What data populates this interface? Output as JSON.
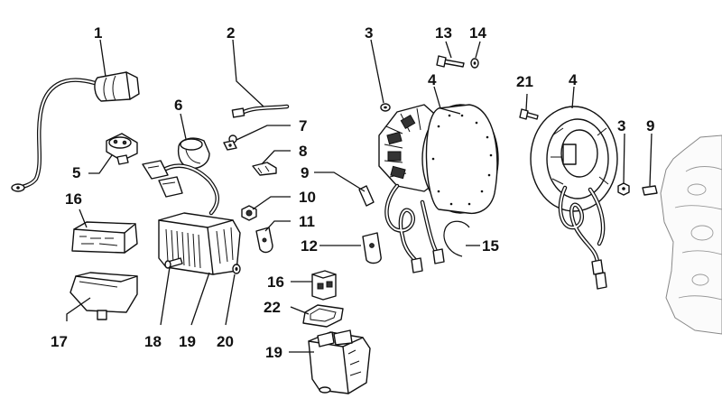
{
  "callouts": [
    {
      "id": "1",
      "label": "1"
    },
    {
      "id": "2",
      "label": "2"
    },
    {
      "id": "3a",
      "label": "3"
    },
    {
      "id": "13",
      "label": "13"
    },
    {
      "id": "14",
      "label": "14"
    },
    {
      "id": "21",
      "label": "21"
    },
    {
      "id": "4a",
      "label": "4"
    },
    {
      "id": "4b",
      "label": "4"
    },
    {
      "id": "6",
      "label": "6"
    },
    {
      "id": "7",
      "label": "7"
    },
    {
      "id": "8",
      "label": "8"
    },
    {
      "id": "3b",
      "label": "3"
    },
    {
      "id": "9a",
      "label": "9"
    },
    {
      "id": "9b",
      "label": "9"
    },
    {
      "id": "5",
      "label": "5"
    },
    {
      "id": "16a",
      "label": "16"
    },
    {
      "id": "10",
      "label": "10"
    },
    {
      "id": "11",
      "label": "11"
    },
    {
      "id": "12",
      "label": "12"
    },
    {
      "id": "15",
      "label": "15"
    },
    {
      "id": "16b",
      "label": "16"
    },
    {
      "id": "22",
      "label": "22"
    },
    {
      "id": "17",
      "label": "17"
    },
    {
      "id": "18",
      "label": "18"
    },
    {
      "id": "19a",
      "label": "19"
    },
    {
      "id": "20",
      "label": "20"
    },
    {
      "id": "19b",
      "label": "19"
    }
  ]
}
